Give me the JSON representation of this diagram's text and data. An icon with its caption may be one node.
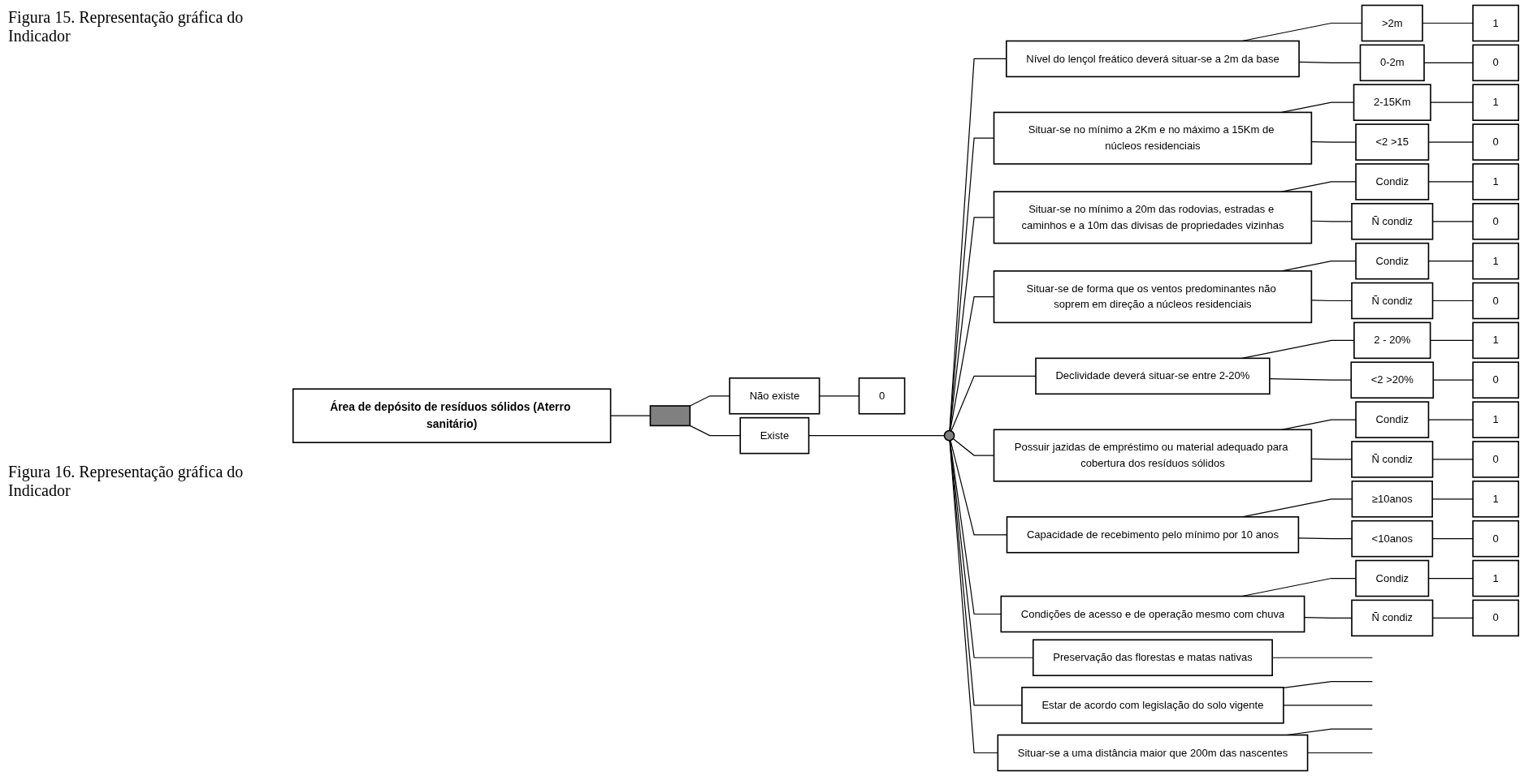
{
  "diagram": {
    "nodes": [
      {
        "text": [
          "Área de depósito de resíduos sólidos (Aterro sanitário)"
        ]
      },
      {
        "text": [],
        "shape": "box"
      },
      {
        "text": [
          "Existe"
        ]
      },
      {
        "text": [
          "Não existe"
        ]
      },
      {
        "text": [
          "0"
        ]
      },
      {
        "text": [],
        "shape": "circle"
      },
      {
        "text": [
          "Preservação das florestas e matas nativas"
        ]
      },
      {
        "text": [
          "Estar de acordo com legislação do solo vigente"
        ]
      },
      {
        "text": [
          "Situar-se a uma distância maior que 200m das nascentes"
        ]
      },
      {
        "text": [
          "Nível do lençol freático deverá situar-se a 2m da base"
        ]
      },
      {
        "text": [
          "Situar-se no mínimo a 2Km e no máximo a 15Km de núcleos residenciais"
        ]
      },
      {
        "text": [
          "Situar-se no mínimo a 20m das rodovias, estradas e caminhos e a 10m das divisas de propriedades vizinhas"
        ]
      },
      {
        "text": [
          "Situar-se de forma que os ventos predominantes não soprem em direção a núcleos residenciais"
        ]
      },
      {
        "text": [
          "Declividade deverá situar-se entre 2-20%"
        ]
      },
      {
        "text": [
          "Possuir jazidas de empréstimo ou material adequado para cobertura dos resíduos sólidos"
        ]
      },
      {
        "text": [
          "Capacidade de recebimento pelo mínimo por 10 anos"
        ]
      },
      {
        "text": [
          "Condições de acesso e de operação mesmo com chuva"
        ]
      },
      {
        "text": [
          ">2m"
        ]
      },
      {
        "text": [
          "1"
        ]
      },
      {
        "text": [
          "0-2m"
        ]
      },
      {
        "text": [
          "0"
        ]
      },
      {
        "text": [
          "2-15Km"
        ]
      },
      {
        "text": [
          "1"
        ]
      },
      {
        "text": [
          "<2 >15"
        ]
      },
      {
        "text": [
          "0"
        ]
      },
      {
        "text": [
          "Condiz"
        ]
      },
      {
        "text": [
          "1"
        ]
      },
      {
        "text": [
          "Ñ condiz"
        ]
      },
      {
        "text": [
          "0"
        ]
      },
      {
        "text": [
          "Condiz"
        ]
      },
      {
        "text": [
          "1"
        ]
      },
      {
        "text": [
          "Ñ condiz"
        ]
      },
      {
        "text": [
          "0"
        ]
      },
      {
        "text": [
          "2 - 20%"
        ]
      },
      {
        "text": [
          "1"
        ]
      },
      {
        "text": [
          "<2 >20%"
        ]
      },
      {
        "text": [
          "0"
        ]
      },
      {
        "text": [
          "Condiz"
        ]
      },
      {
        "text": [
          "1"
        ]
      },
      {
        "text": [
          "Ñ condiz"
        ]
      },
      {
        "text": [
          "0"
        ]
      },
      {
        "text": [
          "≥10anos"
        ]
      },
      {
        "text": [
          "1"
        ]
      },
      {
        "text": [
          "<10anos"
        ]
      },
      {
        "text": [
          "0"
        ]
      },
      {
        "text": [
          "Condiz"
        ]
      },
      {
        "text": [
          "1"
        ]
      },
      {
        "text": [
          "Ñ condiz"
        ]
      },
      {
        "text": [
          "0"
        ]
      }
    ],
    "edges": [
      {
        "from": 0,
        "to": 1,
        "arrow": "none"
      },
      {
        "from": 1,
        "to": 2,
        "arrow": "none"
      },
      {
        "from": 1,
        "to": 3,
        "arrow": "none"
      },
      {
        "from": 3,
        "to": 4,
        "arrow": "none"
      },
      {
        "from": 2,
        "to": 5,
        "arrow": "none"
      },
      {
        "from": 5,
        "to": 6,
        "arrow": "none"
      },
      {
        "from": 5,
        "to": 7,
        "arrow": "none"
      },
      {
        "from": 5,
        "to": 8,
        "arrow": "none"
      },
      {
        "from": 5,
        "to": 9,
        "arrow": "none"
      },
      {
        "from": 5,
        "to": 10,
        "arrow": "none"
      },
      {
        "from": 5,
        "to": 11,
        "arrow": "none"
      },
      {
        "from": 5,
        "to": 12,
        "arrow": "none"
      },
      {
        "from": 5,
        "to": 13,
        "arrow": "none"
      },
      {
        "from": 5,
        "to": 14,
        "arrow": "none"
      },
      {
        "from": 5,
        "to": 15,
        "arrow": "none"
      },
      {
        "from": 5,
        "to": 16,
        "arrow": "none"
      },
      {
        "from": 6,
        "to": null,
        "arrow": "none"
      },
      {
        "from": 7,
        "to": null,
        "arrow": "none"
      },
      {
        "from": 7,
        "to": null,
        "arrow": "none"
      },
      {
        "from": 8,
        "to": null,
        "arrow": "none"
      },
      {
        "from": 8,
        "to": null,
        "arrow": "none"
      },
      {
        "from": 9,
        "to": 17,
        "arrow": "none"
      },
      {
        "from": 9,
        "to": 19,
        "arrow": "none"
      },
      {
        "from": 10,
        "to": 21,
        "arrow": "none"
      },
      {
        "from": 10,
        "to": 23,
        "arrow": "none"
      },
      {
        "from": 11,
        "to": 25,
        "arrow": "none"
      },
      {
        "from": 11,
        "to": 27,
        "arrow": "none"
      },
      {
        "from": 12,
        "to": 29,
        "arrow": "none"
      },
      {
        "from": 12,
        "to": 31,
        "arrow": "none"
      },
      {
        "from": 13,
        "to": 33,
        "arrow": "none"
      },
      {
        "from": 13,
        "to": 35,
        "arrow": "none"
      },
      {
        "from": 14,
        "to": 37,
        "arrow": "none"
      },
      {
        "from": 14,
        "to": 39,
        "arrow": "none"
      },
      {
        "from": 15,
        "to": 41,
        "arrow": "none"
      },
      {
        "from": 15,
        "to": 43,
        "arrow": "none"
      },
      {
        "from": 16,
        "to": 45,
        "arrow": "none"
      },
      {
        "from": 16,
        "to": 47,
        "arrow": "none"
      },
      {
        "from": 17,
        "to": 18,
        "arrow": "none"
      },
      {
        "from": 19,
        "to": 20,
        "arrow": "none"
      },
      {
        "from": 21,
        "to": 22,
        "arrow": "none"
      },
      {
        "from": 23,
        "to": 24,
        "arrow": "none"
      },
      {
        "from": 25,
        "to": 26,
        "arrow": "none"
      },
      {
        "from": 27,
        "to": 28,
        "arrow": "none"
      },
      {
        "from": 29,
        "to": 30,
        "arrow": "none"
      },
      {
        "from": 31,
        "to": 32,
        "arrow": "none"
      },
      {
        "from": 33,
        "to": 34,
        "arrow": "none"
      },
      {
        "from": 35,
        "to": 36,
        "arrow": "none"
      },
      {
        "from": 37,
        "to": 38,
        "arrow": "none"
      },
      {
        "from": 39,
        "to": 40,
        "arrow": "none"
      },
      {
        "from": 41,
        "to": 42,
        "arrow": "none"
      },
      {
        "from": 43,
        "to": 44,
        "arrow": "none"
      },
      {
        "from": 45,
        "to": 46,
        "arrow": "none"
      },
      {
        "from": 47,
        "to": 48,
        "arrow": "none"
      }
    ],
    "labels": [
      "Figura 15. Representação gráfica do Indicador",
      "Figura 16. Representação gráfica do Indicador"
    ]
  }
}
